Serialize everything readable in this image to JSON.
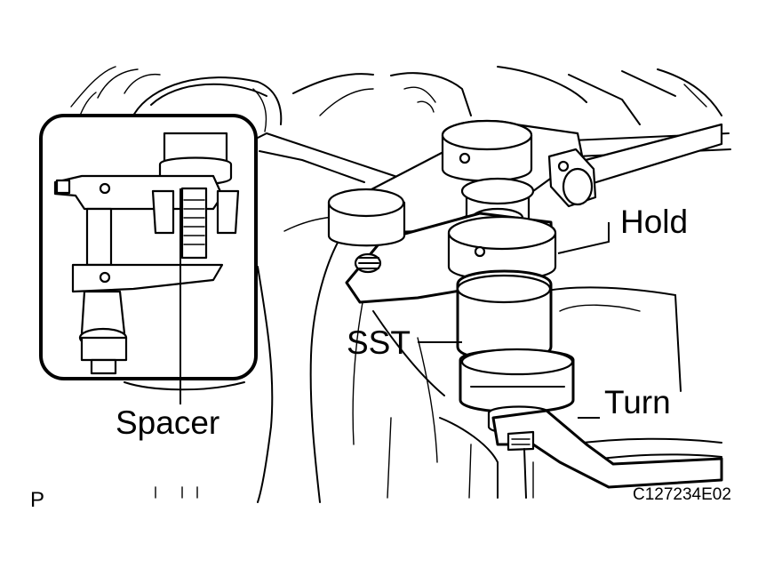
{
  "figure": {
    "labels": {
      "hold": "Hold",
      "sst": "SST",
      "turn": "Turn",
      "spacer": "Spacer"
    },
    "view_marker": "P",
    "figure_code": "C127234E02"
  }
}
